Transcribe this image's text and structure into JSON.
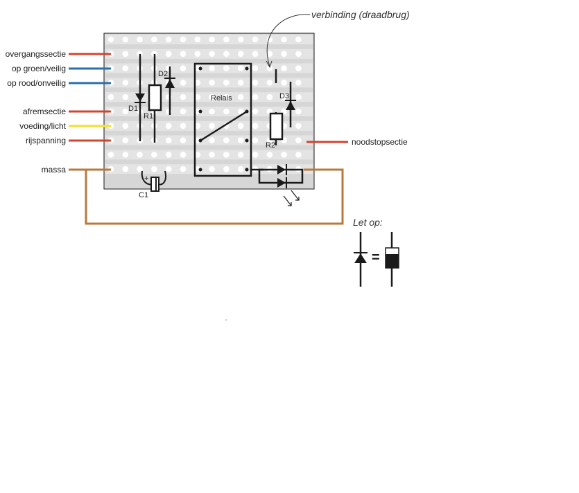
{
  "annotation": {
    "bridge_note": "verbinding (draadbrug)",
    "note_title": "Let op:",
    "equals": "="
  },
  "labels": {
    "overgangssectie": "overgangssectie",
    "op_groen": "op groen/veilig",
    "op_rood": "op rood/onveilig",
    "afremsectie": "afremsectie",
    "voeding": "voeding/licht",
    "rijspanning": "rijspanning",
    "massa": "massa",
    "noodstopsectie": "noodstopsectie"
  },
  "components": {
    "d1": "D1",
    "d2": "D2",
    "d3": "D3",
    "r1": "R1",
    "r2": "R2",
    "relais": "Relais",
    "c1": "C1",
    "c1_plus": "+"
  },
  "colors": {
    "board": "#d6d6d6",
    "hole": "#ffffff",
    "red_wire": "#d0452f",
    "blue_wire": "#2a6fa8",
    "yellow_wire": "#f2e23a",
    "brown_wire": "#b87a3c",
    "component": "#1a1a1a"
  }
}
